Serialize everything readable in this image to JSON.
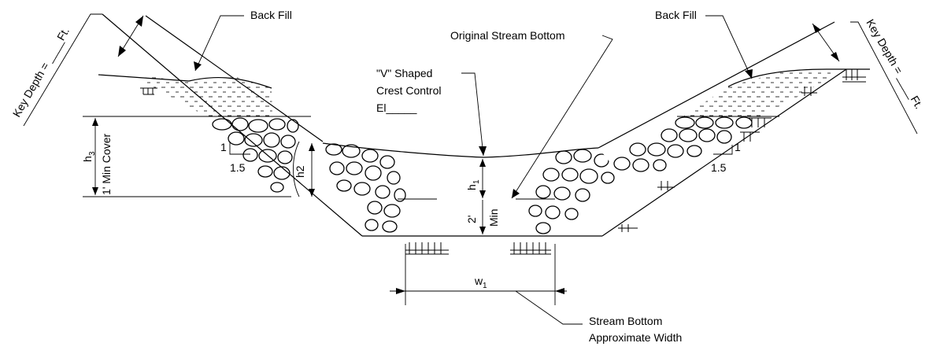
{
  "labels": {
    "back_fill_left": "Back Fill",
    "back_fill_right": "Back Fill",
    "original_stream_bottom": "Original Stream Bottom",
    "v_shaped_line1": "\"V\" Shaped",
    "v_shaped_line2": "Crest Control",
    "v_shaped_line3": "El_____",
    "key_depth_left": "Key Depth = ____Ft.",
    "key_depth_right": "Key Depth = ____Ft.",
    "stream_bottom_line1": "Stream Bottom",
    "stream_bottom_line2": "Approximate Width",
    "min_cover": "1' Min Cover",
    "h3": "h",
    "h3_sub": "3",
    "h2": "h2",
    "h1": "h",
    "h1_sub": "1",
    "two_ft": "2'",
    "min": "Min",
    "w1": "w",
    "w1_sub": "1",
    "slope_rise_left": "1",
    "slope_run_left": "1.5",
    "slope_rise_right": "1",
    "slope_run_right": "1.5"
  }
}
